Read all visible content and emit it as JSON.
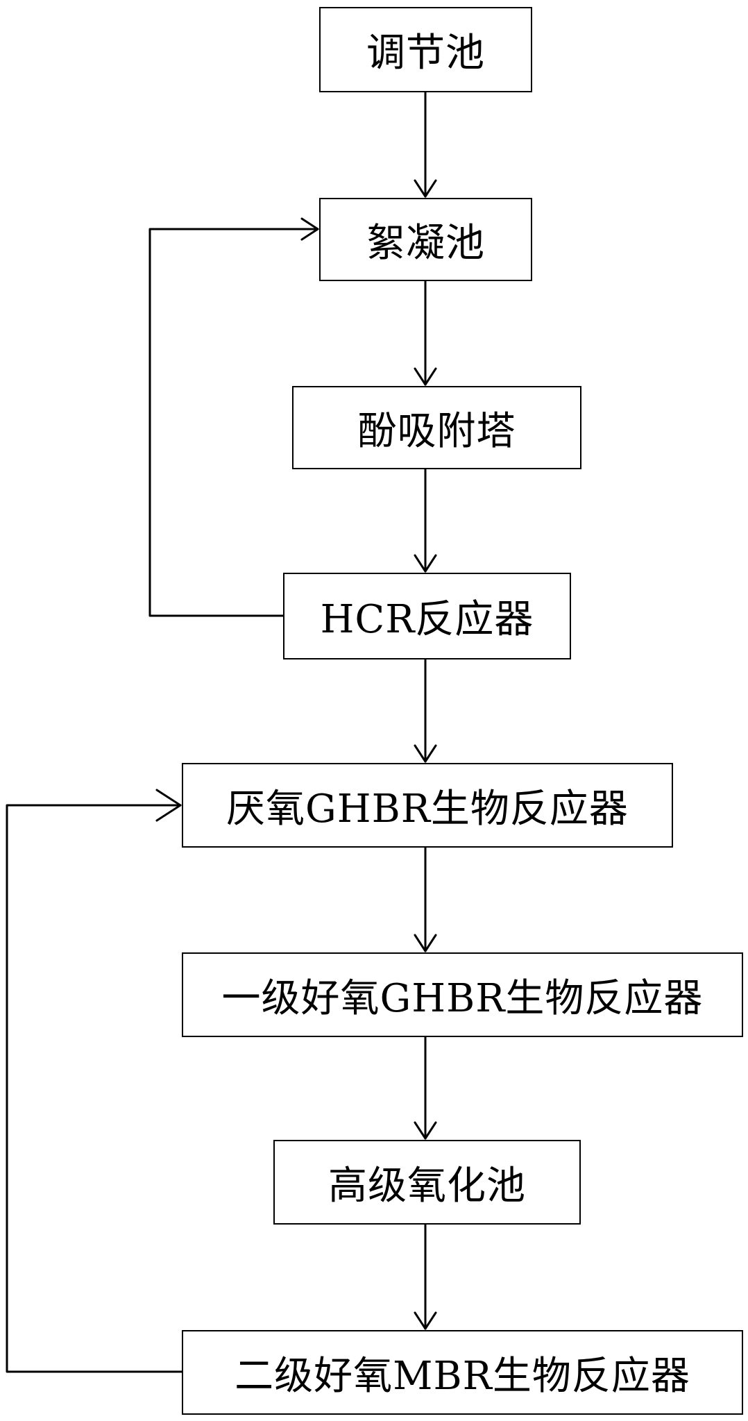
{
  "nodes": [
    {
      "label": "调节池"
    },
    {
      "label": "絮凝池"
    },
    {
      "label": "酚吸附塔"
    },
    {
      "label": "HCR反应器"
    },
    {
      "label": "厌氧GHBR生物反应器"
    },
    {
      "label": "一级好氧GHBR生物反应器"
    },
    {
      "label": "高级氧化池"
    },
    {
      "label": "二级好氧MBR生物反应器"
    }
  ],
  "edges": [
    {
      "from": "调节池",
      "to": "絮凝池"
    },
    {
      "from": "絮凝池",
      "to": "酚吸附塔"
    },
    {
      "from": "酚吸附塔",
      "to": "HCR反应器"
    },
    {
      "from": "HCR反应器",
      "to": "厌氧GHBR生物反应器"
    },
    {
      "from": "厌氧GHBR生物反应器",
      "to": "一级好氧GHBR生物反应器"
    },
    {
      "from": "一级好氧GHBR生物反应器",
      "to": "高级氧化池"
    },
    {
      "from": "高级氧化池",
      "to": "二级好氧MBR生物反应器"
    }
  ],
  "feedback_edges": [
    {
      "from": "HCR反应器",
      "to": "絮凝池"
    },
    {
      "from": "二级好氧MBR生物反应器",
      "to": "厌氧GHBR生物反应器"
    }
  ],
  "colors": {
    "line": "#000000",
    "box_fill": "#ffffff",
    "text": "#000000"
  }
}
